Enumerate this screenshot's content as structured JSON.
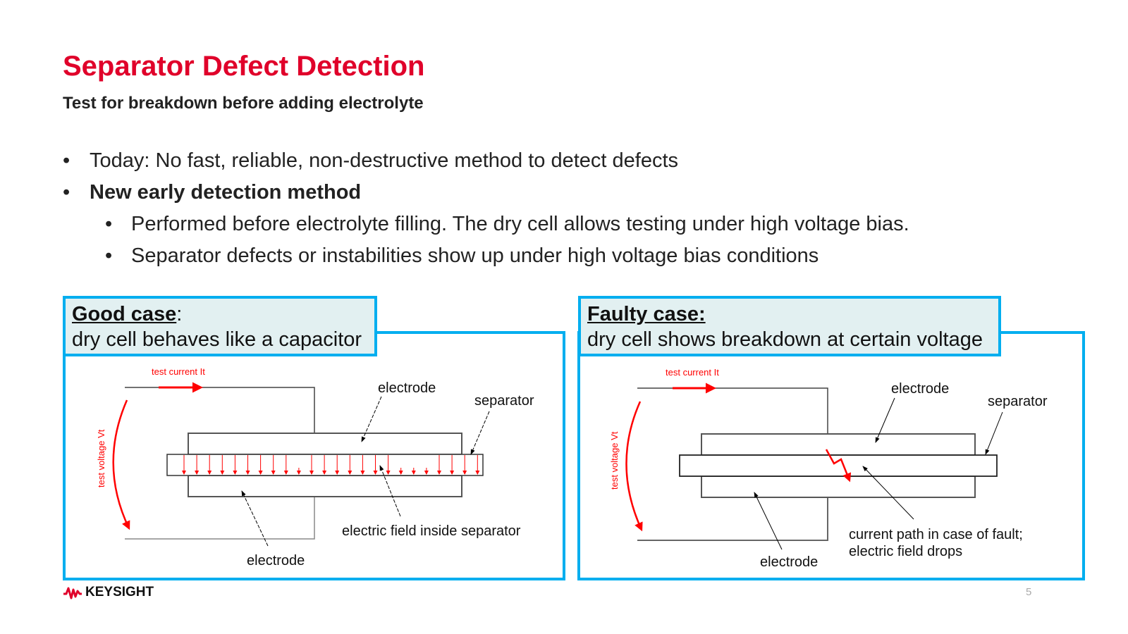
{
  "title": "Separator Defect Detection",
  "subtitle": "Test for breakdown before adding electrolyte",
  "bullets": [
    {
      "text": "Today: No fast, reliable, non-destructive method to detect defects",
      "bold": false
    },
    {
      "text": "New early detection method",
      "bold": true
    }
  ],
  "sub_bullets": [
    "Performed before electrolyte filling.  The dry cell allows testing under high voltage bias.",
    "Separator defects or instabilities show up under high voltage bias conditions"
  ],
  "bullet_char": "•",
  "good": {
    "heading": "Good case",
    "colon": ":",
    "description": "dry cell behaves like a capacitor",
    "test_current": "test current It",
    "test_voltage": "test voltage Vt",
    "electrode_top": "electrode",
    "separator": "separator",
    "field_label": "electric field inside separator",
    "electrode_bottom": "electrode"
  },
  "faulty": {
    "heading": "Faulty case: ",
    "description": "dry cell shows breakdown at certain voltage",
    "test_current": "test current It",
    "test_voltage": "test voltage Vt",
    "electrode_top": "electrode",
    "separator": "separator",
    "fault_label_1": "current path in case of fault;",
    "fault_label_2": "electric field drops",
    "electrode_bottom": "electrode"
  },
  "footer": {
    "brand": "KEYSIGHT",
    "page": "5"
  },
  "colors": {
    "accent": "#e0002a",
    "box_border": "#00aeef",
    "header_bg": "#e2f0f1",
    "diagram_red": "#ff0000"
  }
}
